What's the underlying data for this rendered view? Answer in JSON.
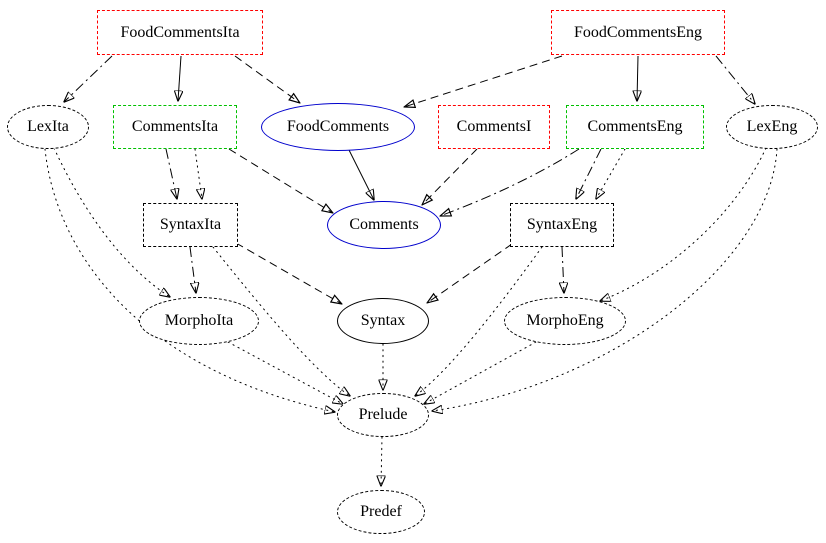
{
  "diagram": {
    "kind": "module-dependency-graph",
    "colors": {
      "abstract_node": "#0000cc",
      "concrete_node": "#00c000",
      "top_node": "#ff0000",
      "resource_node": "#000000",
      "edge": "#000000",
      "background": "#ffffff"
    },
    "nodes": [
      {
        "id": "FoodCommentsIta",
        "label": "FoodCommentsIta",
        "shape": "box",
        "border": "dashed",
        "color": "#ff0000"
      },
      {
        "id": "FoodCommentsEng",
        "label": "FoodCommentsEng",
        "shape": "box",
        "border": "dashed",
        "color": "#ff0000"
      },
      {
        "id": "LexIta",
        "label": "LexIta",
        "shape": "ellipse",
        "border": "dashed",
        "color": "#000000"
      },
      {
        "id": "CommentsIta",
        "label": "CommentsIta",
        "shape": "box",
        "border": "dashed",
        "color": "#00c000"
      },
      {
        "id": "FoodComments",
        "label": "FoodComments",
        "shape": "ellipse",
        "border": "solid",
        "color": "#0000cc"
      },
      {
        "id": "CommentsI",
        "label": "CommentsI",
        "shape": "box",
        "border": "dashed",
        "color": "#ff0000"
      },
      {
        "id": "CommentsEng",
        "label": "CommentsEng",
        "shape": "box",
        "border": "dashed",
        "color": "#00c000"
      },
      {
        "id": "LexEng",
        "label": "LexEng",
        "shape": "ellipse",
        "border": "dashed",
        "color": "#000000"
      },
      {
        "id": "SyntaxIta",
        "label": "SyntaxIta",
        "shape": "box",
        "border": "dashed",
        "color": "#000000"
      },
      {
        "id": "Comments",
        "label": "Comments",
        "shape": "ellipse",
        "border": "solid",
        "color": "#0000cc"
      },
      {
        "id": "SyntaxEng",
        "label": "SyntaxEng",
        "shape": "box",
        "border": "dashed",
        "color": "#000000"
      },
      {
        "id": "MorphoIta",
        "label": "MorphoIta",
        "shape": "ellipse",
        "border": "dashed",
        "color": "#000000"
      },
      {
        "id": "Syntax",
        "label": "Syntax",
        "shape": "ellipse",
        "border": "solid",
        "color": "#000000"
      },
      {
        "id": "MorphoEng",
        "label": "MorphoEng",
        "shape": "ellipse",
        "border": "dashed",
        "color": "#000000"
      },
      {
        "id": "Prelude",
        "label": "Prelude",
        "shape": "ellipse",
        "border": "dashed",
        "color": "#000000"
      },
      {
        "id": "Predef",
        "label": "Predef",
        "shape": "ellipse",
        "border": "dashed",
        "color": "#000000"
      }
    ],
    "edges": [
      {
        "from": "FoodCommentsIta",
        "to": "LexIta",
        "style": "dash-dot",
        "arrow": "filled"
      },
      {
        "from": "FoodCommentsIta",
        "to": "CommentsIta",
        "style": "solid",
        "arrow": "filled"
      },
      {
        "from": "FoodCommentsIta",
        "to": "FoodComments",
        "style": "dashed",
        "arrow": "open"
      },
      {
        "from": "FoodCommentsEng",
        "to": "FoodComments",
        "style": "dashed",
        "arrow": "open"
      },
      {
        "from": "FoodCommentsEng",
        "to": "CommentsEng",
        "style": "solid",
        "arrow": "filled"
      },
      {
        "from": "FoodCommentsEng",
        "to": "LexEng",
        "style": "dash-dot",
        "arrow": "filled"
      },
      {
        "from": "FoodComments",
        "to": "Comments",
        "style": "solid",
        "arrow": "filled"
      },
      {
        "from": "CommentsIta",
        "to": "Comments",
        "style": "dashed",
        "arrow": "open"
      },
      {
        "from": "CommentsI",
        "to": "Comments",
        "style": "dashed",
        "arrow": "open"
      },
      {
        "from": "CommentsEng",
        "to": "Comments",
        "style": "dash-dot",
        "arrow": "open"
      },
      {
        "from": "CommentsIta",
        "to": "SyntaxIta",
        "style": "dash-dot",
        "arrow": "filled"
      },
      {
        "from": "CommentsIta",
        "to": "SyntaxIta",
        "style": "dotted",
        "arrow": "filled"
      },
      {
        "from": "CommentsEng",
        "to": "SyntaxEng",
        "style": "dash-dot",
        "arrow": "filled"
      },
      {
        "from": "CommentsEng",
        "to": "SyntaxEng",
        "style": "dotted",
        "arrow": "filled"
      },
      {
        "from": "SyntaxIta",
        "to": "MorphoIta",
        "style": "dash-dot",
        "arrow": "filled"
      },
      {
        "from": "LexIta",
        "to": "MorphoIta",
        "style": "dotted",
        "arrow": "filled"
      },
      {
        "from": "SyntaxIta",
        "to": "Syntax",
        "style": "dashed",
        "arrow": "open"
      },
      {
        "from": "SyntaxEng",
        "to": "Syntax",
        "style": "dashed",
        "arrow": "open"
      },
      {
        "from": "SyntaxEng",
        "to": "MorphoEng",
        "style": "dash-dot",
        "arrow": "filled"
      },
      {
        "from": "LexEng",
        "to": "MorphoEng",
        "style": "dotted",
        "arrow": "filled"
      },
      {
        "from": "MorphoIta",
        "to": "Prelude",
        "style": "dotted",
        "arrow": "filled"
      },
      {
        "from": "Syntax",
        "to": "Prelude",
        "style": "dotted",
        "arrow": "filled"
      },
      {
        "from": "MorphoEng",
        "to": "Prelude",
        "style": "dotted",
        "arrow": "filled"
      },
      {
        "from": "LexIta",
        "to": "Prelude",
        "style": "dotted",
        "arrow": "filled"
      },
      {
        "from": "LexEng",
        "to": "Prelude",
        "style": "dotted",
        "arrow": "filled"
      },
      {
        "from": "SyntaxIta",
        "to": "Prelude",
        "style": "dotted",
        "arrow": "filled"
      },
      {
        "from": "SyntaxEng",
        "to": "Prelude",
        "style": "dotted",
        "arrow": "filled"
      },
      {
        "from": "Prelude",
        "to": "Predef",
        "style": "dotted",
        "arrow": "filled"
      }
    ]
  }
}
